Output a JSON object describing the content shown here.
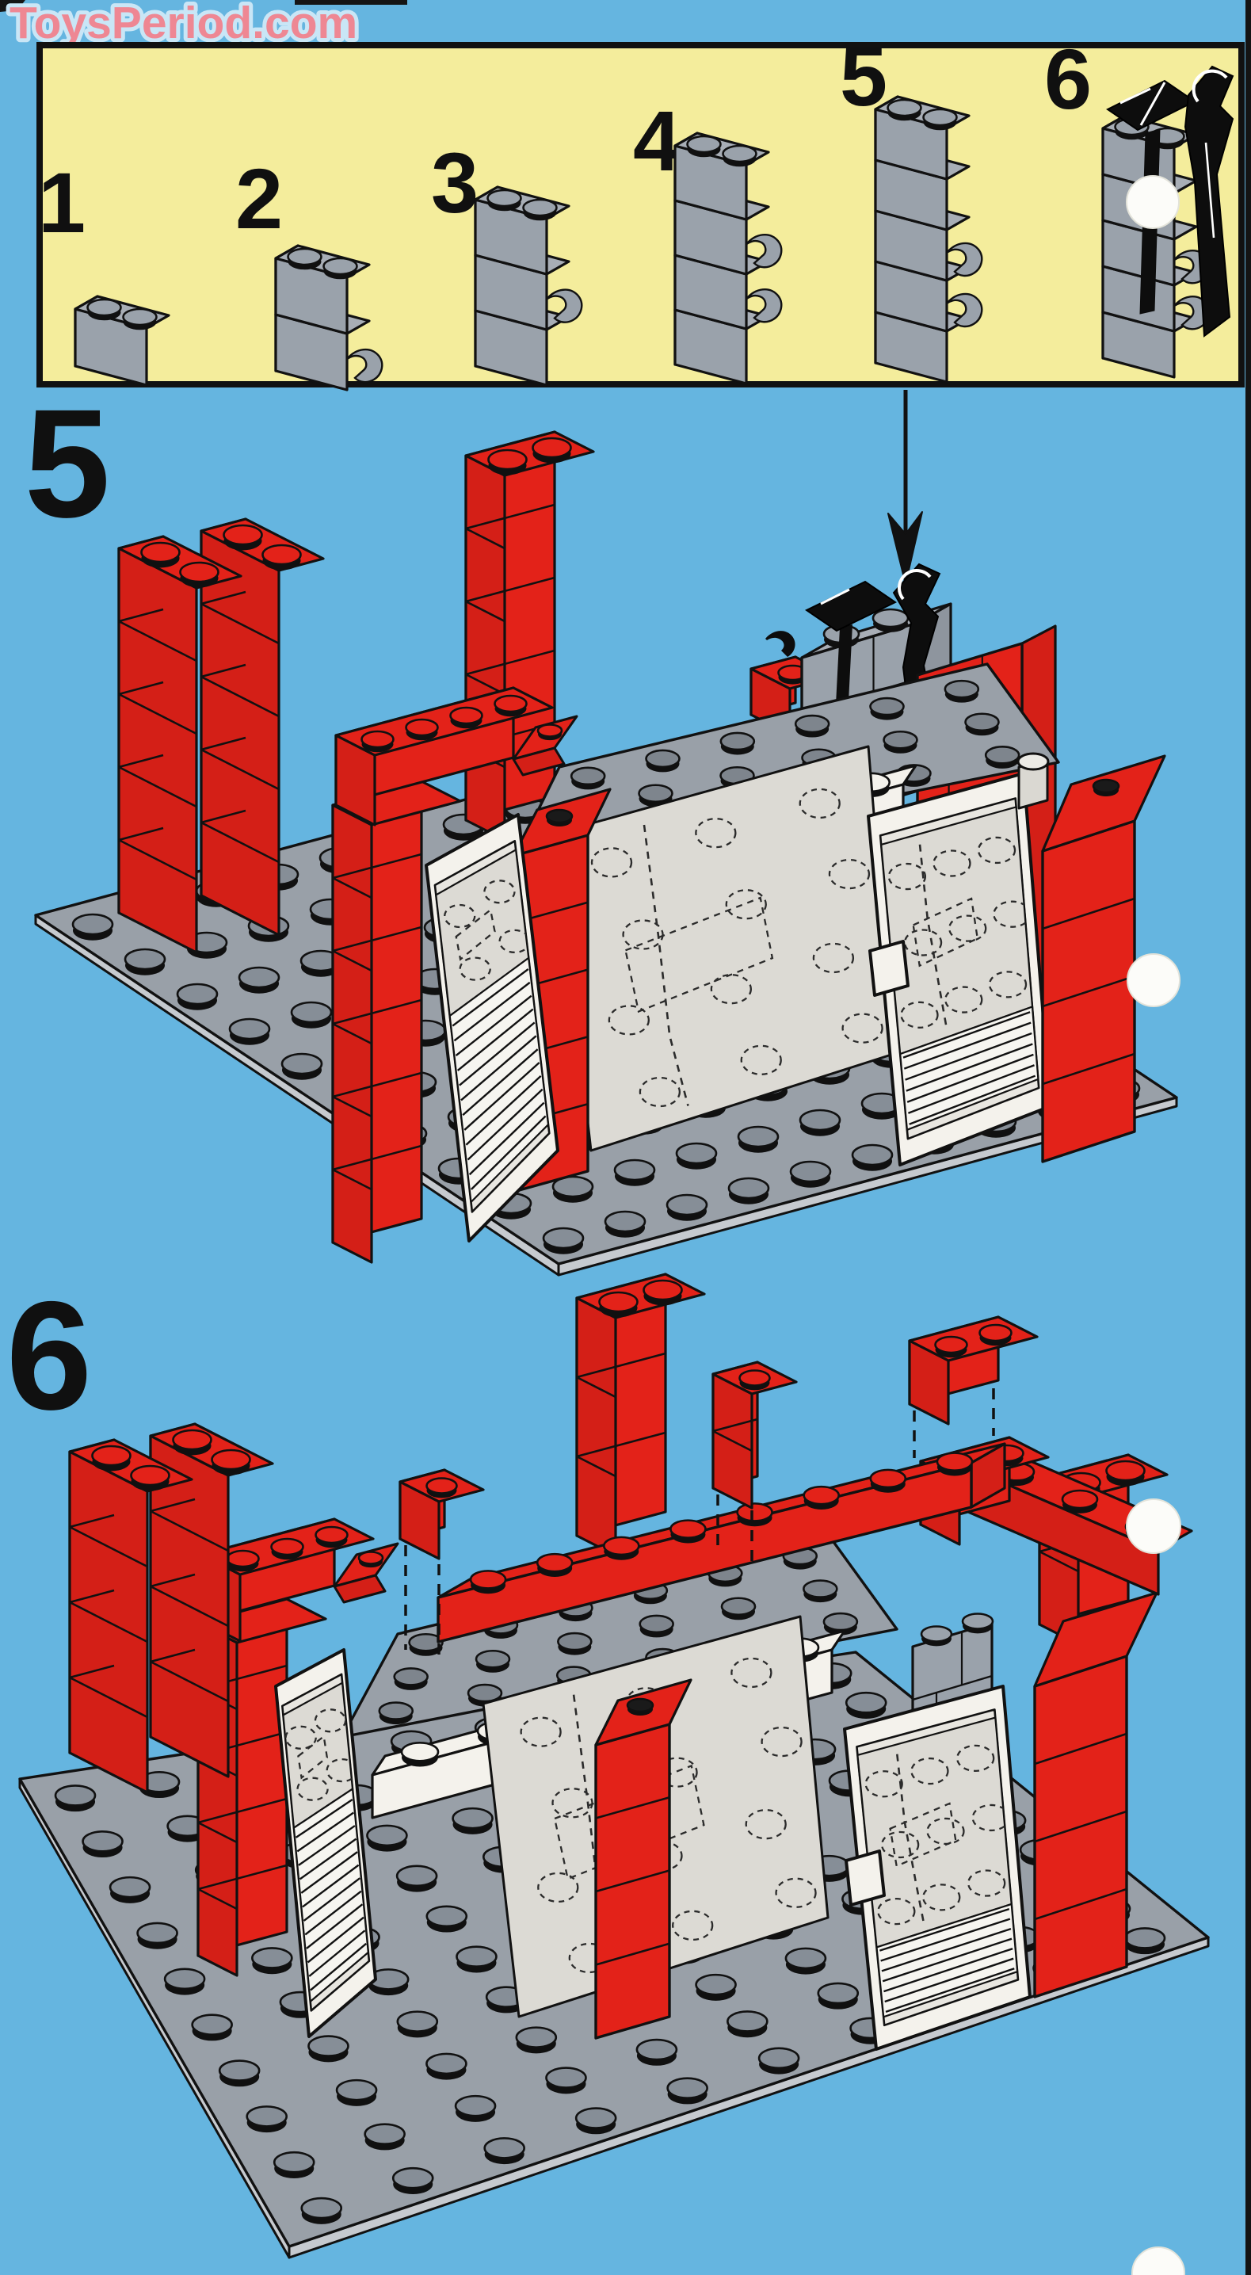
{
  "watermark": {
    "text": "ToysPeriod.com",
    "color": "#ee8793"
  },
  "parts_panel": {
    "items": [
      {
        "label": "1",
        "bricks": 1,
        "clips": 0
      },
      {
        "label": "2",
        "bricks": 2,
        "clips": 1
      },
      {
        "label": "3",
        "bricks": 3,
        "clips": 1
      },
      {
        "label": "4",
        "bricks": 4,
        "clips": 2
      },
      {
        "label": "5",
        "bricks": 5,
        "clips": 2
      },
      {
        "label": "6",
        "bricks": 5,
        "clips": 2,
        "tools": [
          "hammer-icon",
          "wrench-icon"
        ]
      }
    ]
  },
  "steps": [
    {
      "label": "5"
    },
    {
      "label": "6"
    }
  ],
  "hole_punches": {
    "count": 4
  },
  "colors": {
    "background_blue": "#65b5e0",
    "panel_yellow": "#f4ed9c",
    "brick_red": "#e32219",
    "brick_red_dark": "#d41f17",
    "brick_grey": "#9aa2ab",
    "brick_grey_side": "#8e959e",
    "brick_grey_top": "#a8aeb6",
    "plate_grey": "#99a0a8",
    "plate_edge": "#c6cacf",
    "stud_grey": "#868e97",
    "roof_stud": "#7e858d",
    "frame_white": "#f4f2ec",
    "frame_inner": "#e8e6e0",
    "pane_grey": "#dcdad4",
    "grille_white": "#f6f5f0",
    "outline": "#111111",
    "tool_black": "#0d0d0d",
    "hole_white": "#fcfcf9"
  }
}
